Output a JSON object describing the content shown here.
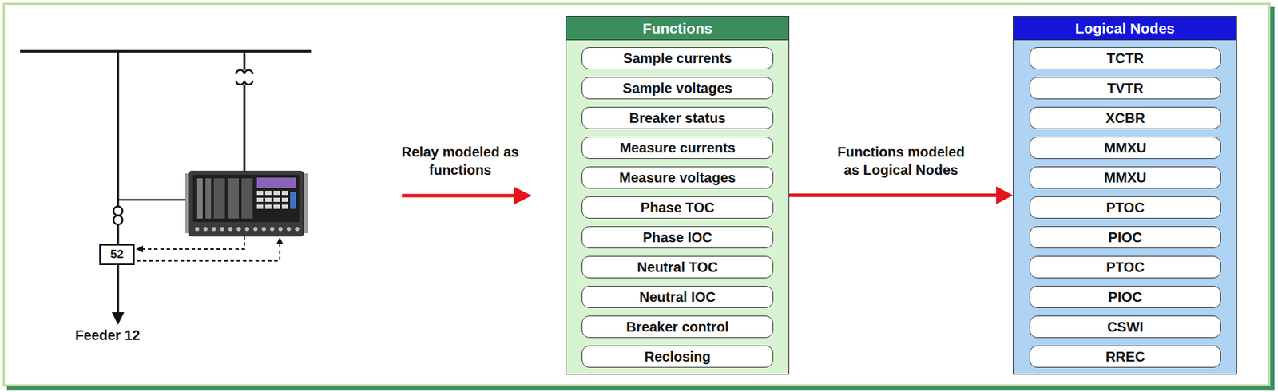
{
  "diagram": {
    "nodes": [
      {
        "text": [
          "52"
        ]
      },
      {
        "text": [
          "Functions"
        ]
      },
      {
        "text": [
          "Sample currents"
        ],
        "in": 1
      },
      {
        "text": [
          "Sample voltages"
        ],
        "in": 1
      },
      {
        "text": [
          "Breaker status"
        ],
        "in": 1
      },
      {
        "text": [
          "Measure currents"
        ],
        "in": 1
      },
      {
        "text": [
          "Measure voltages"
        ],
        "in": 1
      },
      {
        "text": [
          "Phase TOC"
        ],
        "in": 1
      },
      {
        "text": [
          "Phase IOC"
        ],
        "in": 1
      },
      {
        "text": [
          "Neutral TOC"
        ],
        "in": 1
      },
      {
        "text": [
          "Neutral IOC"
        ],
        "in": 1
      },
      {
        "text": [
          "Breaker control"
        ],
        "in": 1
      },
      {
        "text": [
          "Reclosing"
        ],
        "in": 1
      },
      {
        "text": [
          "Logical Nodes"
        ]
      },
      {
        "text": [
          "TCTR"
        ],
        "in": 13
      },
      {
        "text": [
          "TVTR"
        ],
        "in": 13
      },
      {
        "text": [
          "XCBR"
        ],
        "in": 13
      },
      {
        "text": [
          "MMXU"
        ],
        "in": 13
      },
      {
        "text": [
          "MMXU"
        ],
        "in": 13
      },
      {
        "text": [
          "PTOC"
        ],
        "in": 13
      },
      {
        "text": [
          "PIOC"
        ],
        "in": 13
      },
      {
        "text": [
          "PTOC"
        ],
        "in": 13
      },
      {
        "text": [
          "PIOC"
        ],
        "in": 13
      },
      {
        "text": [
          "CSWI"
        ],
        "in": 13
      },
      {
        "text": [
          "RREC"
        ],
        "in": 13
      }
    ],
    "edges": [
      {
        "from": 1,
        "to": 13,
        "arrow": "to",
        "label": "Functions modeled as Logical Nodes"
      }
    ],
    "labels": [
      "Feeder 12",
      "Relay modeled as functions"
    ]
  }
}
